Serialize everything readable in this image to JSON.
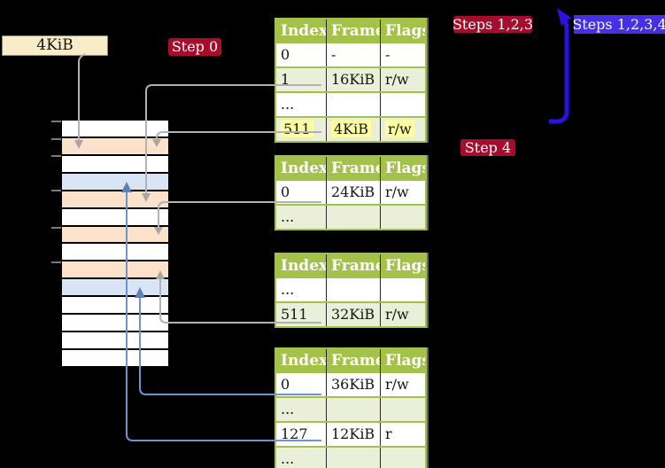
{
  "labels": {
    "page_size": "4KiB",
    "step0": "Step 0",
    "steps123": "Steps 1,2,3",
    "steps1234": "Steps 1,2,3,4",
    "step4": "Step 4"
  },
  "colors": {
    "background": "#000000",
    "table_header_green": "#a4c24a",
    "table_row_tint": "#e9efd8",
    "highlight_yellow": "#ffff9e",
    "step_label_crimson": "#a60d2c",
    "steps1234_indigo": "#4430e6",
    "big_arrow_indigo": "#2b12e0",
    "page_size_wheat": "#fbecc9",
    "frame_peach": "#fce2ca",
    "frame_light_blue": "#d9e4f5",
    "gray_arrow": "#b2b2b2",
    "steel_blue_arrow": "#6e94ca"
  },
  "page_tables": [
    {
      "headers": [
        "Index",
        "Frame",
        "Flags"
      ],
      "rows": [
        {
          "cells": [
            "0",
            "-",
            "-"
          ],
          "tint": false,
          "highlight": false
        },
        {
          "cells": [
            "1",
            "16KiB",
            "r/w"
          ],
          "tint": true,
          "highlight": false
        },
        {
          "cells": [
            "...",
            "",
            ""
          ],
          "tint": false,
          "highlight": false
        },
        {
          "cells": [
            "511",
            "4KiB",
            "r/w"
          ],
          "tint": true,
          "highlight": true
        }
      ]
    },
    {
      "headers": [
        "Index",
        "Frame",
        "Flags"
      ],
      "rows": [
        {
          "cells": [
            "0",
            "24KiB",
            "r/w"
          ],
          "tint": false,
          "highlight": false
        },
        {
          "cells": [
            "...",
            "",
            ""
          ],
          "tint": true,
          "highlight": false
        }
      ]
    },
    {
      "headers": [
        "Index",
        "Frame",
        "Flags"
      ],
      "rows": [
        {
          "cells": [
            "...",
            "",
            ""
          ],
          "tint": false,
          "highlight": false
        },
        {
          "cells": [
            "511",
            "32KiB",
            "r/w"
          ],
          "tint": true,
          "highlight": false
        }
      ]
    },
    {
      "headers": [
        "Index",
        "Frame",
        "Flags"
      ],
      "rows": [
        {
          "cells": [
            "0",
            "36KiB",
            "r/w"
          ],
          "tint": false,
          "highlight": false
        },
        {
          "cells": [
            "...",
            "",
            ""
          ],
          "tint": true,
          "highlight": false
        },
        {
          "cells": [
            "127",
            "12KiB",
            "r"
          ],
          "tint": false,
          "highlight": false
        },
        {
          "cells": [
            "...",
            "",
            ""
          ],
          "tint": true,
          "highlight": false
        }
      ]
    }
  ],
  "memory_strip": {
    "row_colors": [
      "white",
      "peach",
      "white",
      "blue",
      "peach",
      "white",
      "peach",
      "white",
      "peach",
      "blue",
      "white",
      "white",
      "white",
      "white"
    ]
  }
}
